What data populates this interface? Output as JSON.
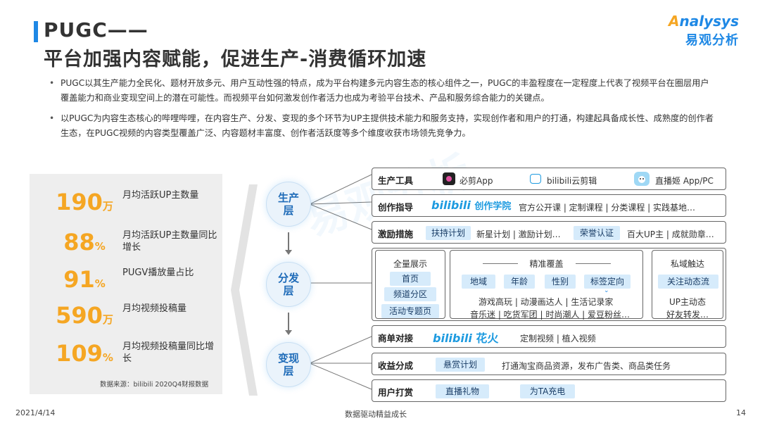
{
  "header": {
    "title_line1": "PUGC——",
    "title_line2": "平台加强内容赋能，促进生产-消费循环加速"
  },
  "logo": {
    "en_a": "A",
    "en_rest": "nalysys",
    "cn": "易观分析"
  },
  "bullets": [
    "PUGC以其生产能力全民化、题材开放多元、用户互动性强的特点，成为平台构建多元内容生态的核心组件之一，PUGC的丰盈程度在一定程度上代表了视频平台在圈层用户覆盖能力和商业变现空间上的潜在可能性。而视频平台如何激发创作者活力也成为考验平台技术、产品和服务综合能力的关键点。",
    "以PUGC为内容生态核心的哔哩哔哩，在内容生产、分发、变现的多个环节为UP主提供技术能力和服务支持，实现创作者和用户的打通，构建起具备成长性、成熟度的创作者生态，在PUGC视频的内容类型覆盖广泛、内容题材丰富度、创作者活跃度等多个维度收获市场领先竞争力。"
  ],
  "stats": [
    {
      "num": "190",
      "unit": "万",
      "label": "月均活跃UP主数量"
    },
    {
      "num": "88",
      "unit": "%",
      "label": "月均活跃UP主数量同比增长"
    },
    {
      "num": "91",
      "unit": "%",
      "label": "PUGV播放量占比"
    },
    {
      "num": "590",
      "unit": "万",
      "label": "月均视频投稿量"
    },
    {
      "num": "109",
      "unit": "%",
      "label": "月均视频投稿量同比增长"
    }
  ],
  "source": "数据来源：bilibili 2020Q4财报数据",
  "layers": {
    "production": "生产层",
    "distribution": "分发层",
    "monetization": "变现层"
  },
  "production": {
    "tools_label": "生产工具",
    "tools": [
      "必剪App",
      "bilibili云剪辑",
      "直播姬 App/PC"
    ],
    "guide_label": "创作指导",
    "guide_brand": "bilibili",
    "guide_brand_sub": "创作学院",
    "guide_text": "官方公开课 | 定制课程 | 分类课程 | 实践基地…",
    "incentive_label": "激励措施",
    "incentive_chip1": "扶持计划",
    "incentive_text1": "新星计划 | 激励计划…",
    "incentive_chip2": "荣誉认证",
    "incentive_text2": "百大UP主 | 成就勋章…"
  },
  "distribution": {
    "full_title": "全量展示",
    "full_items": [
      "首页",
      "频道分区",
      "活动专题页"
    ],
    "precise_title": "精准覆盖",
    "precise_chips": [
      "地域",
      "年龄",
      "性别",
      "标签定向"
    ],
    "precise_line1": "游戏高玩 | 动漫画达人 | 生活记录家",
    "precise_line2": "音乐迷 | 吃货军团 | 时尚潮人 | 爱豆粉丝…",
    "private_title": "私域触达",
    "private_chip": "关注动态流",
    "private_line1": "UP主动态",
    "private_line2": "好友转发…"
  },
  "monetization": {
    "biz_label": "商单对接",
    "biz_brand": "bilibili",
    "biz_brand_sub": "花火",
    "biz_text": "定制视频 | 植入视频",
    "revenue_label": "收益分成",
    "revenue_chip": "悬赏计划",
    "revenue_text": "打通淘宝商品资源，发布广告类、商品类任务",
    "tip_label": "用户打赏",
    "tip_chip1": "直播礼物",
    "tip_chip2": "为TA充电"
  },
  "footer": {
    "date": "2021/4/14",
    "center": "数据驱动精益成长",
    "page": "14"
  },
  "colors": {
    "accent": "#1e88e5",
    "orange": "#f5a623",
    "chip": "#d6ebfb"
  }
}
